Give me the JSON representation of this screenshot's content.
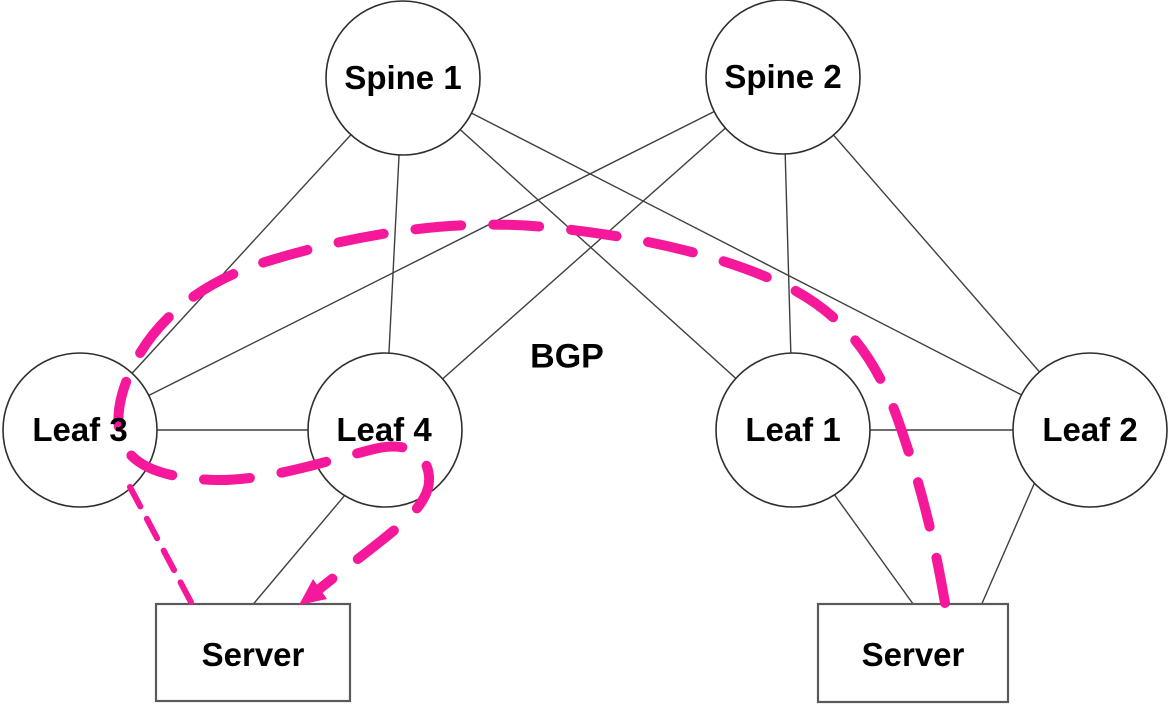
{
  "nodes": {
    "spine1": {
      "label": "Spine 1",
      "shape": "circle"
    },
    "spine2": {
      "label": "Spine 2",
      "shape": "circle"
    },
    "leaf3": {
      "label": "Leaf 3",
      "shape": "circle"
    },
    "leaf4": {
      "label": "Leaf 4",
      "shape": "circle"
    },
    "leaf1": {
      "label": "Leaf 1",
      "shape": "circle"
    },
    "leaf2": {
      "label": "Leaf 2",
      "shape": "circle"
    },
    "server_left": {
      "label": "Server",
      "shape": "rect"
    },
    "server_right": {
      "label": "Server",
      "shape": "rect"
    }
  },
  "annotations": {
    "bgp_label": "BGP"
  },
  "links": [
    {
      "from": "spine1",
      "to": "leaf3"
    },
    {
      "from": "spine1",
      "to": "leaf4"
    },
    {
      "from": "spine1",
      "to": "leaf1"
    },
    {
      "from": "spine1",
      "to": "leaf2"
    },
    {
      "from": "spine2",
      "to": "leaf3"
    },
    {
      "from": "spine2",
      "to": "leaf4"
    },
    {
      "from": "spine2",
      "to": "leaf1"
    },
    {
      "from": "spine2",
      "to": "leaf2"
    },
    {
      "from": "leaf3",
      "to": "leaf4"
    },
    {
      "from": "leaf1",
      "to": "leaf2"
    },
    {
      "from": "leaf4",
      "to": "server_left"
    },
    {
      "from": "leaf1",
      "to": "server_right"
    },
    {
      "from": "leaf2",
      "to": "server_right"
    }
  ],
  "highlight_paths": [
    {
      "name": "bgp-traffic-path",
      "from": "server_right",
      "to": "server_left",
      "style": "thick-dashed",
      "arrow_end": "server_left"
    },
    {
      "name": "leaf3-server-dashed-link",
      "from": "leaf3",
      "to": "server_left",
      "style": "thin-dashed",
      "arrow_end": "none"
    }
  ],
  "colors": {
    "background": "#ffffff",
    "link_line": "#3f3f3f",
    "node_stroke": "#2e2e2e",
    "server_stroke": "#5a5a5a",
    "node_fill": "#ffffff",
    "text": "#000000",
    "highlight_pink": "#F5189B"
  }
}
